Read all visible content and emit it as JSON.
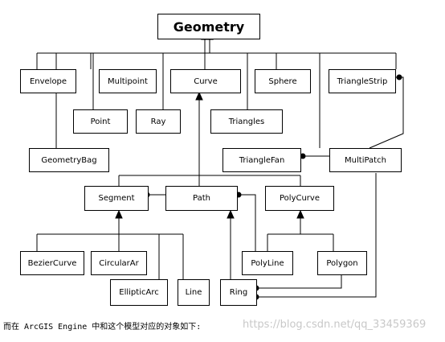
{
  "diagram": {
    "title": "Geometry",
    "nodes": {
      "envelope": "Envelope",
      "multipoint": "Multipoint",
      "curve": "Curve",
      "sphere": "Sphere",
      "triangle_strip": "TriangleStrip",
      "point": "Point",
      "ray": "Ray",
      "triangles": "Triangles",
      "geometry_bag": "GeometryBag",
      "triangle_fan": "TriangleFan",
      "multi_patch": "MultiPatch",
      "segment": "Segment",
      "path": "Path",
      "poly_curve": "PolyCurve",
      "bezier_curve": "BezierCurve",
      "circular_arc": "CircularAr",
      "poly_line": "PolyLine",
      "polygon": "Polygon",
      "elliptic_arc": "EllipticArc",
      "line": "Line",
      "ring": "Ring"
    }
  },
  "caption": "而在 ArcGIS Engine 中和这个模型对应的对象如下:",
  "watermark": "https://blog.csdn.net/qq_33459369"
}
